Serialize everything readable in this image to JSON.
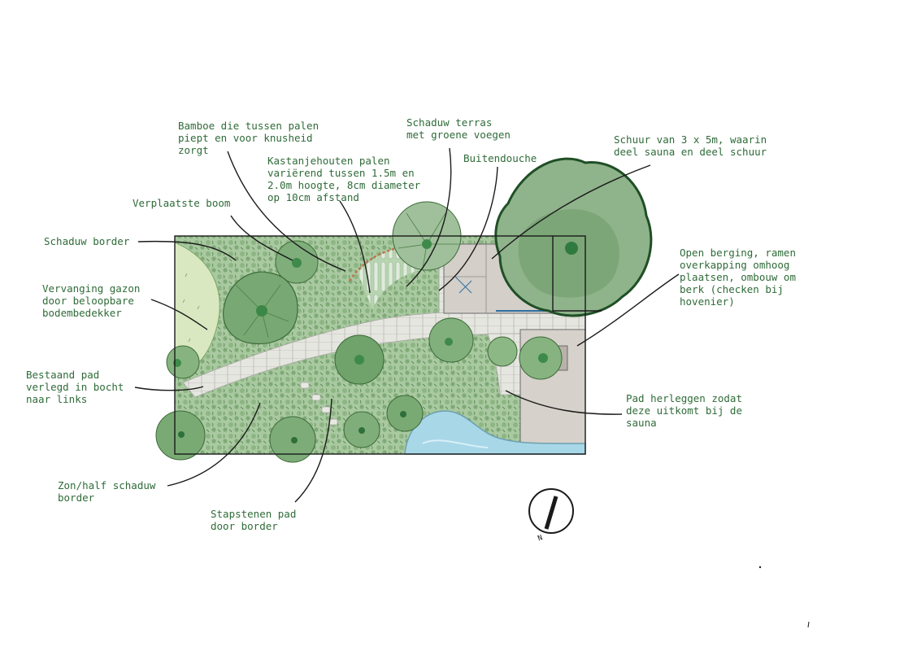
{
  "annotations": [
    {
      "id": "bamboo",
      "lines": [
        "Bamboe die tussen palen",
        "piept en voor knusheid",
        "zorgt"
      ]
    },
    {
      "id": "kastanje",
      "lines": [
        "Kastanjehouten palen",
        "variërend tussen 1.5m en",
        "2.0m hoogte, 8cm diameter",
        "op 10cm afstand"
      ]
    },
    {
      "id": "terras",
      "lines": [
        "Schaduw terras",
        "met groene voegen"
      ]
    },
    {
      "id": "douche",
      "lines": [
        "Buitendouche"
      ]
    },
    {
      "id": "schuur",
      "lines": [
        "Schuur van 3 x 5m, waarin",
        "deel sauna en deel schuur"
      ]
    },
    {
      "id": "boom",
      "lines": [
        "Verplaatste boom"
      ]
    },
    {
      "id": "schaduwborder",
      "lines": [
        "Schaduw border"
      ]
    },
    {
      "id": "gazon",
      "lines": [
        "Vervanging gazon",
        "door beloopbare",
        "bodembedekker"
      ]
    },
    {
      "id": "berging",
      "lines": [
        "Open berging, ramen",
        "overkapping omhoog",
        "plaatsen, ombouw om",
        "berk (checken bij",
        "hovenier)"
      ]
    },
    {
      "id": "pad",
      "lines": [
        "Bestaand pad",
        "verlegd in bocht",
        "naar links"
      ]
    },
    {
      "id": "padsauna",
      "lines": [
        "Pad herleggen zodat",
        "deze uitkomt bij de",
        "sauna"
      ]
    },
    {
      "id": "zon",
      "lines": [
        "Zon/half schaduw",
        "border"
      ]
    },
    {
      "id": "stapstenen",
      "lines": [
        "Stapstenen pad",
        "door border"
      ]
    }
  ],
  "north_label": "N",
  "colors": {
    "label_text": "#2f6b38",
    "lawn": "#d9e8c0",
    "planting": "#8fb88a",
    "tree_dark": "#3e7d48",
    "tree_light": "#a9c7a2",
    "path": "#e2e2dc",
    "shed": "#cfcac4",
    "pond": "#9fd3e6",
    "outline": "#1a1a1a"
  }
}
